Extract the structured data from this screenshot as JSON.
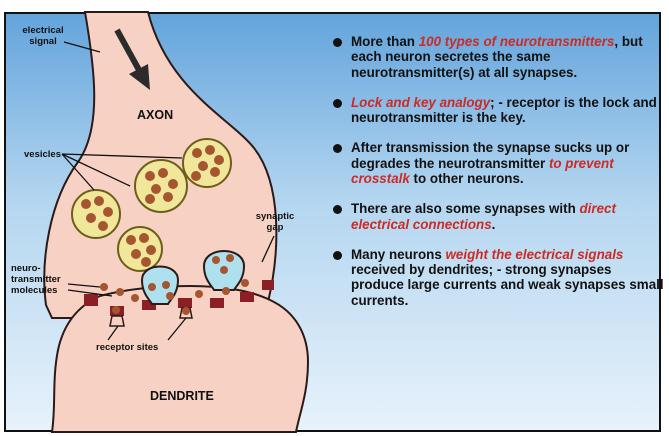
{
  "labels": {
    "electrical_signal": "electrical signal",
    "axon": "AXON",
    "vesicles": "vesicles",
    "synaptic_gap": "synaptic gap",
    "neurotransmitter_molecules": "neuro- transmitter molecules",
    "receptor_sites": "receptor sites",
    "dendrite": "DENDRITE"
  },
  "bullets": [
    {
      "a": "More than ",
      "r": "100 types of neurotransmitters",
      "b": ", but each neuron secretes the same neurotransmitter(s) at all synapses."
    },
    {
      "a": "",
      "r": "Lock and key analogy",
      "b": "; - receptor is the lock and neurotransmitter is the key."
    },
    {
      "a": "After transmission the synapse sucks up or degrades the neurotransmitter ",
      "r": "to prevent crosstalk",
      "b": " to other neurons."
    },
    {
      "a": "There are also some synapses with ",
      "r": "direct electrical connections",
      "b": "."
    },
    {
      "a": "Many neurons ",
      "r": "weight the electrical signals",
      "b": " received by dendrites; - strong synapses produce large currents and weak synapses small currents."
    }
  ],
  "colors": {
    "red": "#cc2b25",
    "skin": "#f7d2c4",
    "vesicle": "#f1e79a",
    "molecule": "#a5552f",
    "receptor": "#8c1f25"
  }
}
